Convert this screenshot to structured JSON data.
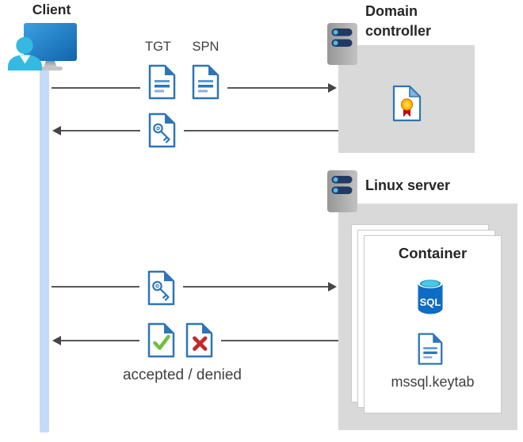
{
  "client": {
    "label": "Client"
  },
  "domain_controller": {
    "label": "Domain controller"
  },
  "linux_server": {
    "label": "Linux server"
  },
  "container": {
    "label": "Container",
    "sql_badge": "SQL",
    "keytab_label": "mssql.keytab"
  },
  "flows": {
    "tgt_label": "TGT",
    "spn_label": "SPN",
    "result_label": "accepted / denied"
  },
  "colors": {
    "box_gray": "#D9D9D9",
    "lifeline_blue": "#C3DBF7",
    "arrow_gray": "#575757",
    "doc_blue": "#2E75B6",
    "doc_line_light": "#8FAADC",
    "accept_green": "#70BF41",
    "deny_red": "#C02B2B",
    "seal_yellow": "#FFC000",
    "seal_ribbon_red": "#C00000",
    "sql_body_blue": "#0E6CC4",
    "sql_top_cyan": "#4EC8E9",
    "person_teal": "#35B9E2",
    "monitor_blue_light": "#3AA0E0",
    "monitor_blue_dark": "#1668B0",
    "server_bar_navy": "#203A64",
    "server_dot_blue": "#4FB8E8"
  },
  "icons": [
    "client-person-monitor-icon",
    "server-icon",
    "certificate-document-icon",
    "tgt-document-icon",
    "spn-document-icon",
    "key-ticket-document-icon",
    "accepted-document-icon",
    "denied-document-icon",
    "sql-database-icon",
    "keytab-document-icon"
  ]
}
